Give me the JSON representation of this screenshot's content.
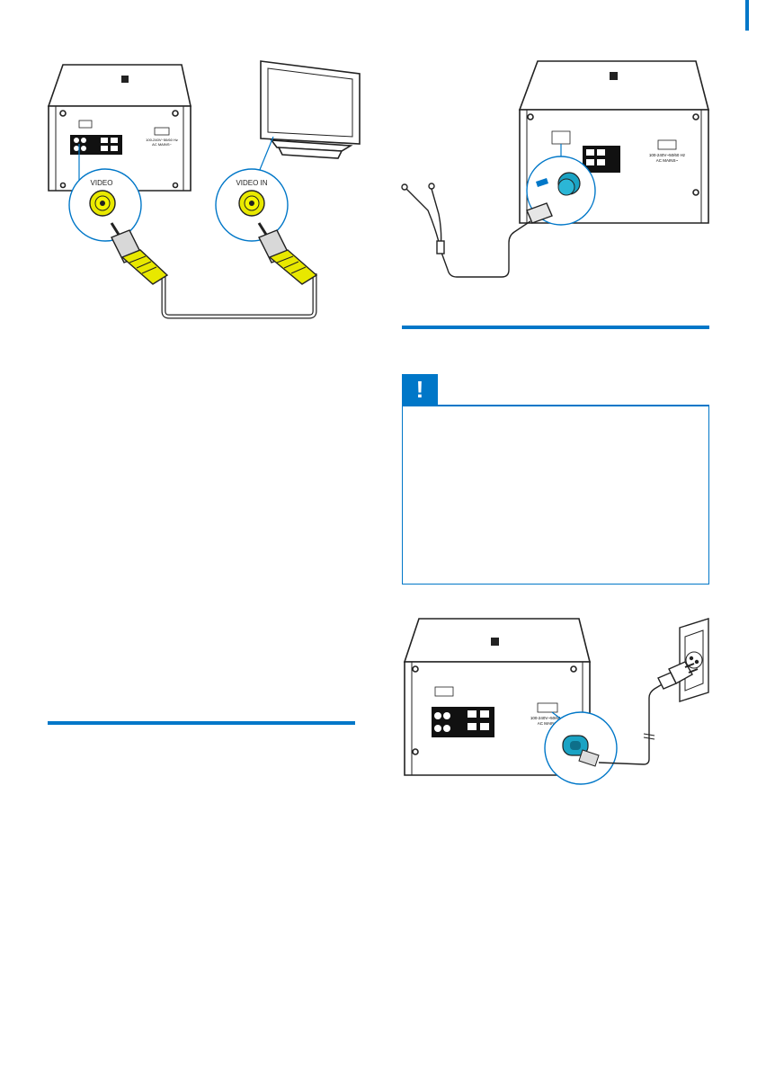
{
  "figure_video": {
    "video_label": "VIDEO",
    "video_in_label": "VIDEO IN",
    "mains_label_line1": "100-240V~50/60 Hz",
    "mains_label_line2": "AC MAINS~"
  },
  "figure_antenna": {
    "mains_label_line1": "100-240V~50/60 Hz",
    "mains_label_line2": "AC MAINS~"
  },
  "figure_power": {
    "mains_label_line1": "100-240V~50/60 Hz",
    "mains_label_line2": "AC MAINS~"
  },
  "caution": {
    "icon_glyph": "!"
  },
  "colors": {
    "accent": "#0077c8",
    "plug_yellow": "#e8e800",
    "lens_blue": "#1aa3c4",
    "line": "#222222"
  }
}
